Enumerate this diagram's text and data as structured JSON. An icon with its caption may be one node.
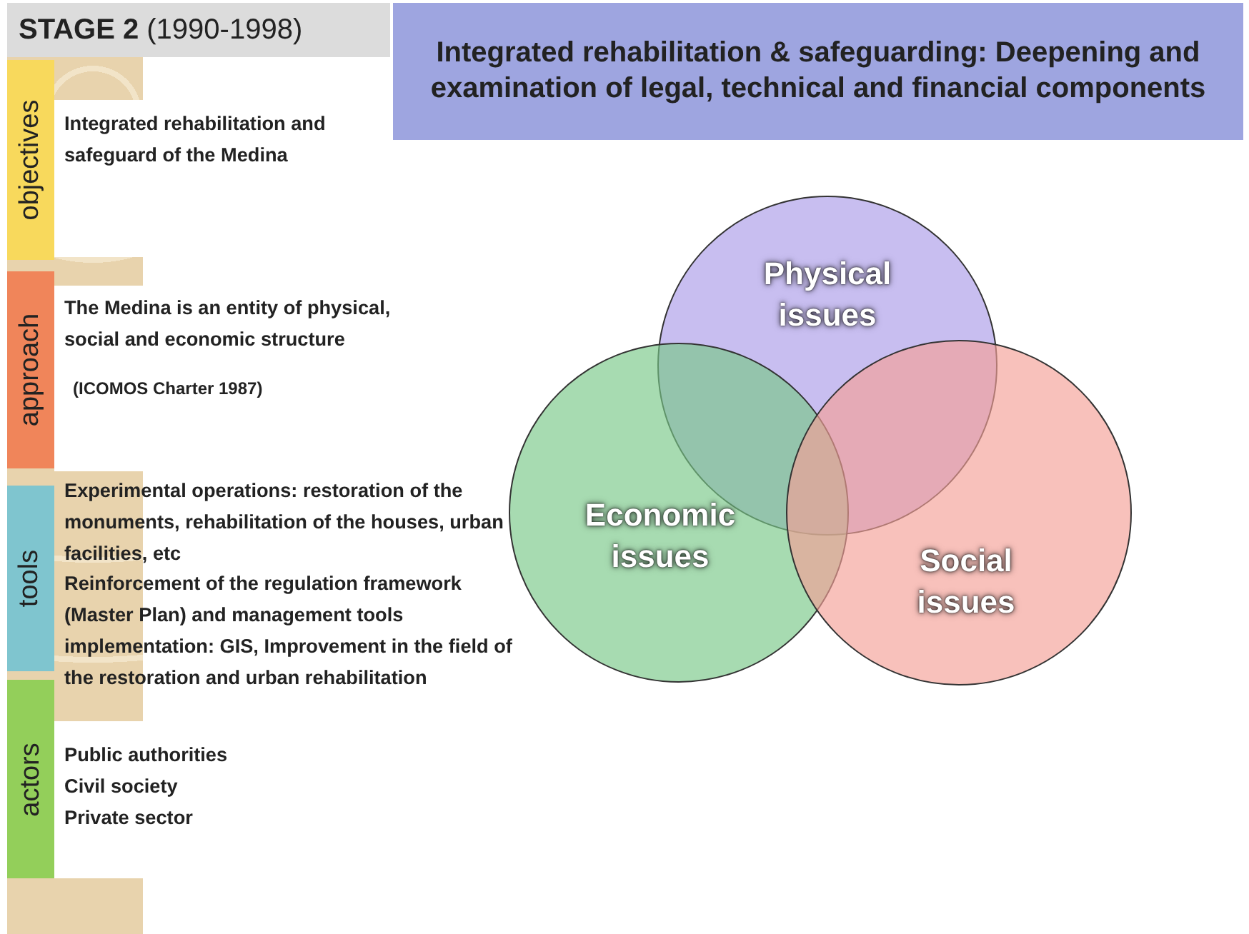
{
  "diagram": {
    "title": "**STAGE 2** (1990-1998)",
    "nodes": [
      {
        "text": [
          "Integrated rehabilitation & safeguarding: Deepening and examination of legal, technical and financial components"
        ]
      },
      {
        "text": [
          "objectives"
        ],
        "beside": [
          "Integrated rehabilitation and safeguard of the Medina"
        ]
      },
      {
        "text": [
          "approach"
        ],
        "beside": [
          "The Medina is an entity of physical, social and economic structure",
          "(ICOMOS Charter 1987)"
        ]
      },
      {
        "text": [
          "tools"
        ],
        "beside": [
          "Experimental operations: restoration of the monuments, rehabilitation of the houses, urban facilities, etc",
          "Reinforcement of the regulation framework (Master Plan)  and management tools implementation: GIS, Improvement in the field of the restoration and urban rehabilitation"
        ]
      },
      {
        "text": [
          "actors"
        ],
        "beside": [
          "Public authorities",
          "Civil society",
          "Private sector"
        ]
      },
      {
        "text": [
          "Physical issues"
        ]
      },
      {
        "text": [
          "Economic issues"
        ]
      },
      {
        "text": [
          "Social issues"
        ]
      }
    ]
  }
}
